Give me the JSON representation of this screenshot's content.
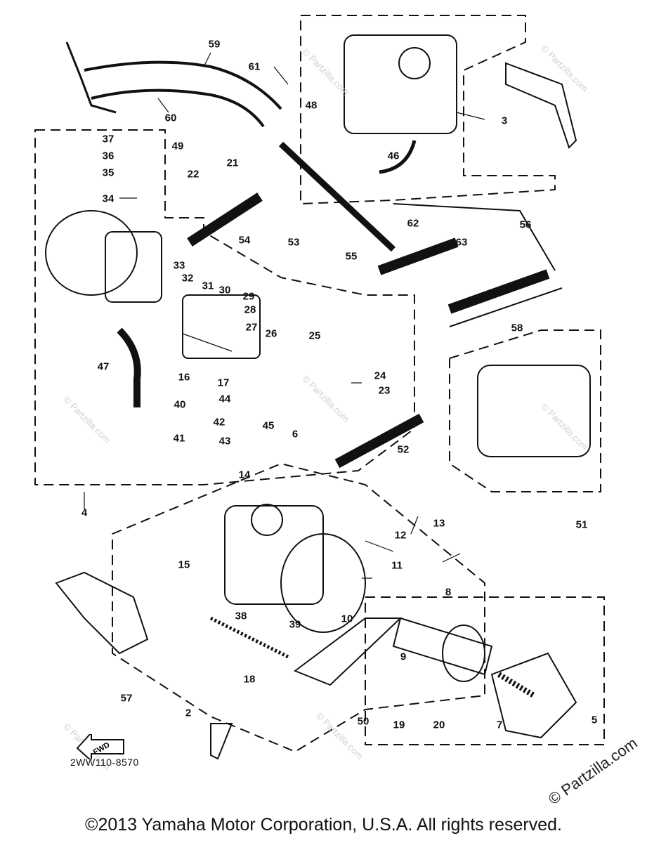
{
  "diagram": {
    "labels": [
      "59",
      "61",
      "60",
      "48",
      "3",
      "37",
      "36",
      "35",
      "34",
      "49",
      "22",
      "21",
      "53",
      "54",
      "55",
      "46",
      "62",
      "56",
      "63",
      "33",
      "32",
      "31",
      "30",
      "29",
      "28",
      "27",
      "26",
      "25",
      "16",
      "17",
      "47",
      "24",
      "23",
      "40",
      "44",
      "42",
      "41",
      "43",
      "45",
      "6",
      "52",
      "58",
      "51",
      "14",
      "4",
      "13",
      "12",
      "11",
      "15",
      "8",
      "38",
      "39",
      "18",
      "10",
      "9",
      "19",
      "20",
      "50",
      "7",
      "5",
      "2",
      "57"
    ],
    "watermark": "© Partzilla.com",
    "part_code": "2WW110-8570",
    "fwd_label": "FWD",
    "copyright": "©2013 Yamaha Motor Corporation, U.S.A. All rights reserved.",
    "corner_watermark": "© Partzilla.com"
  }
}
